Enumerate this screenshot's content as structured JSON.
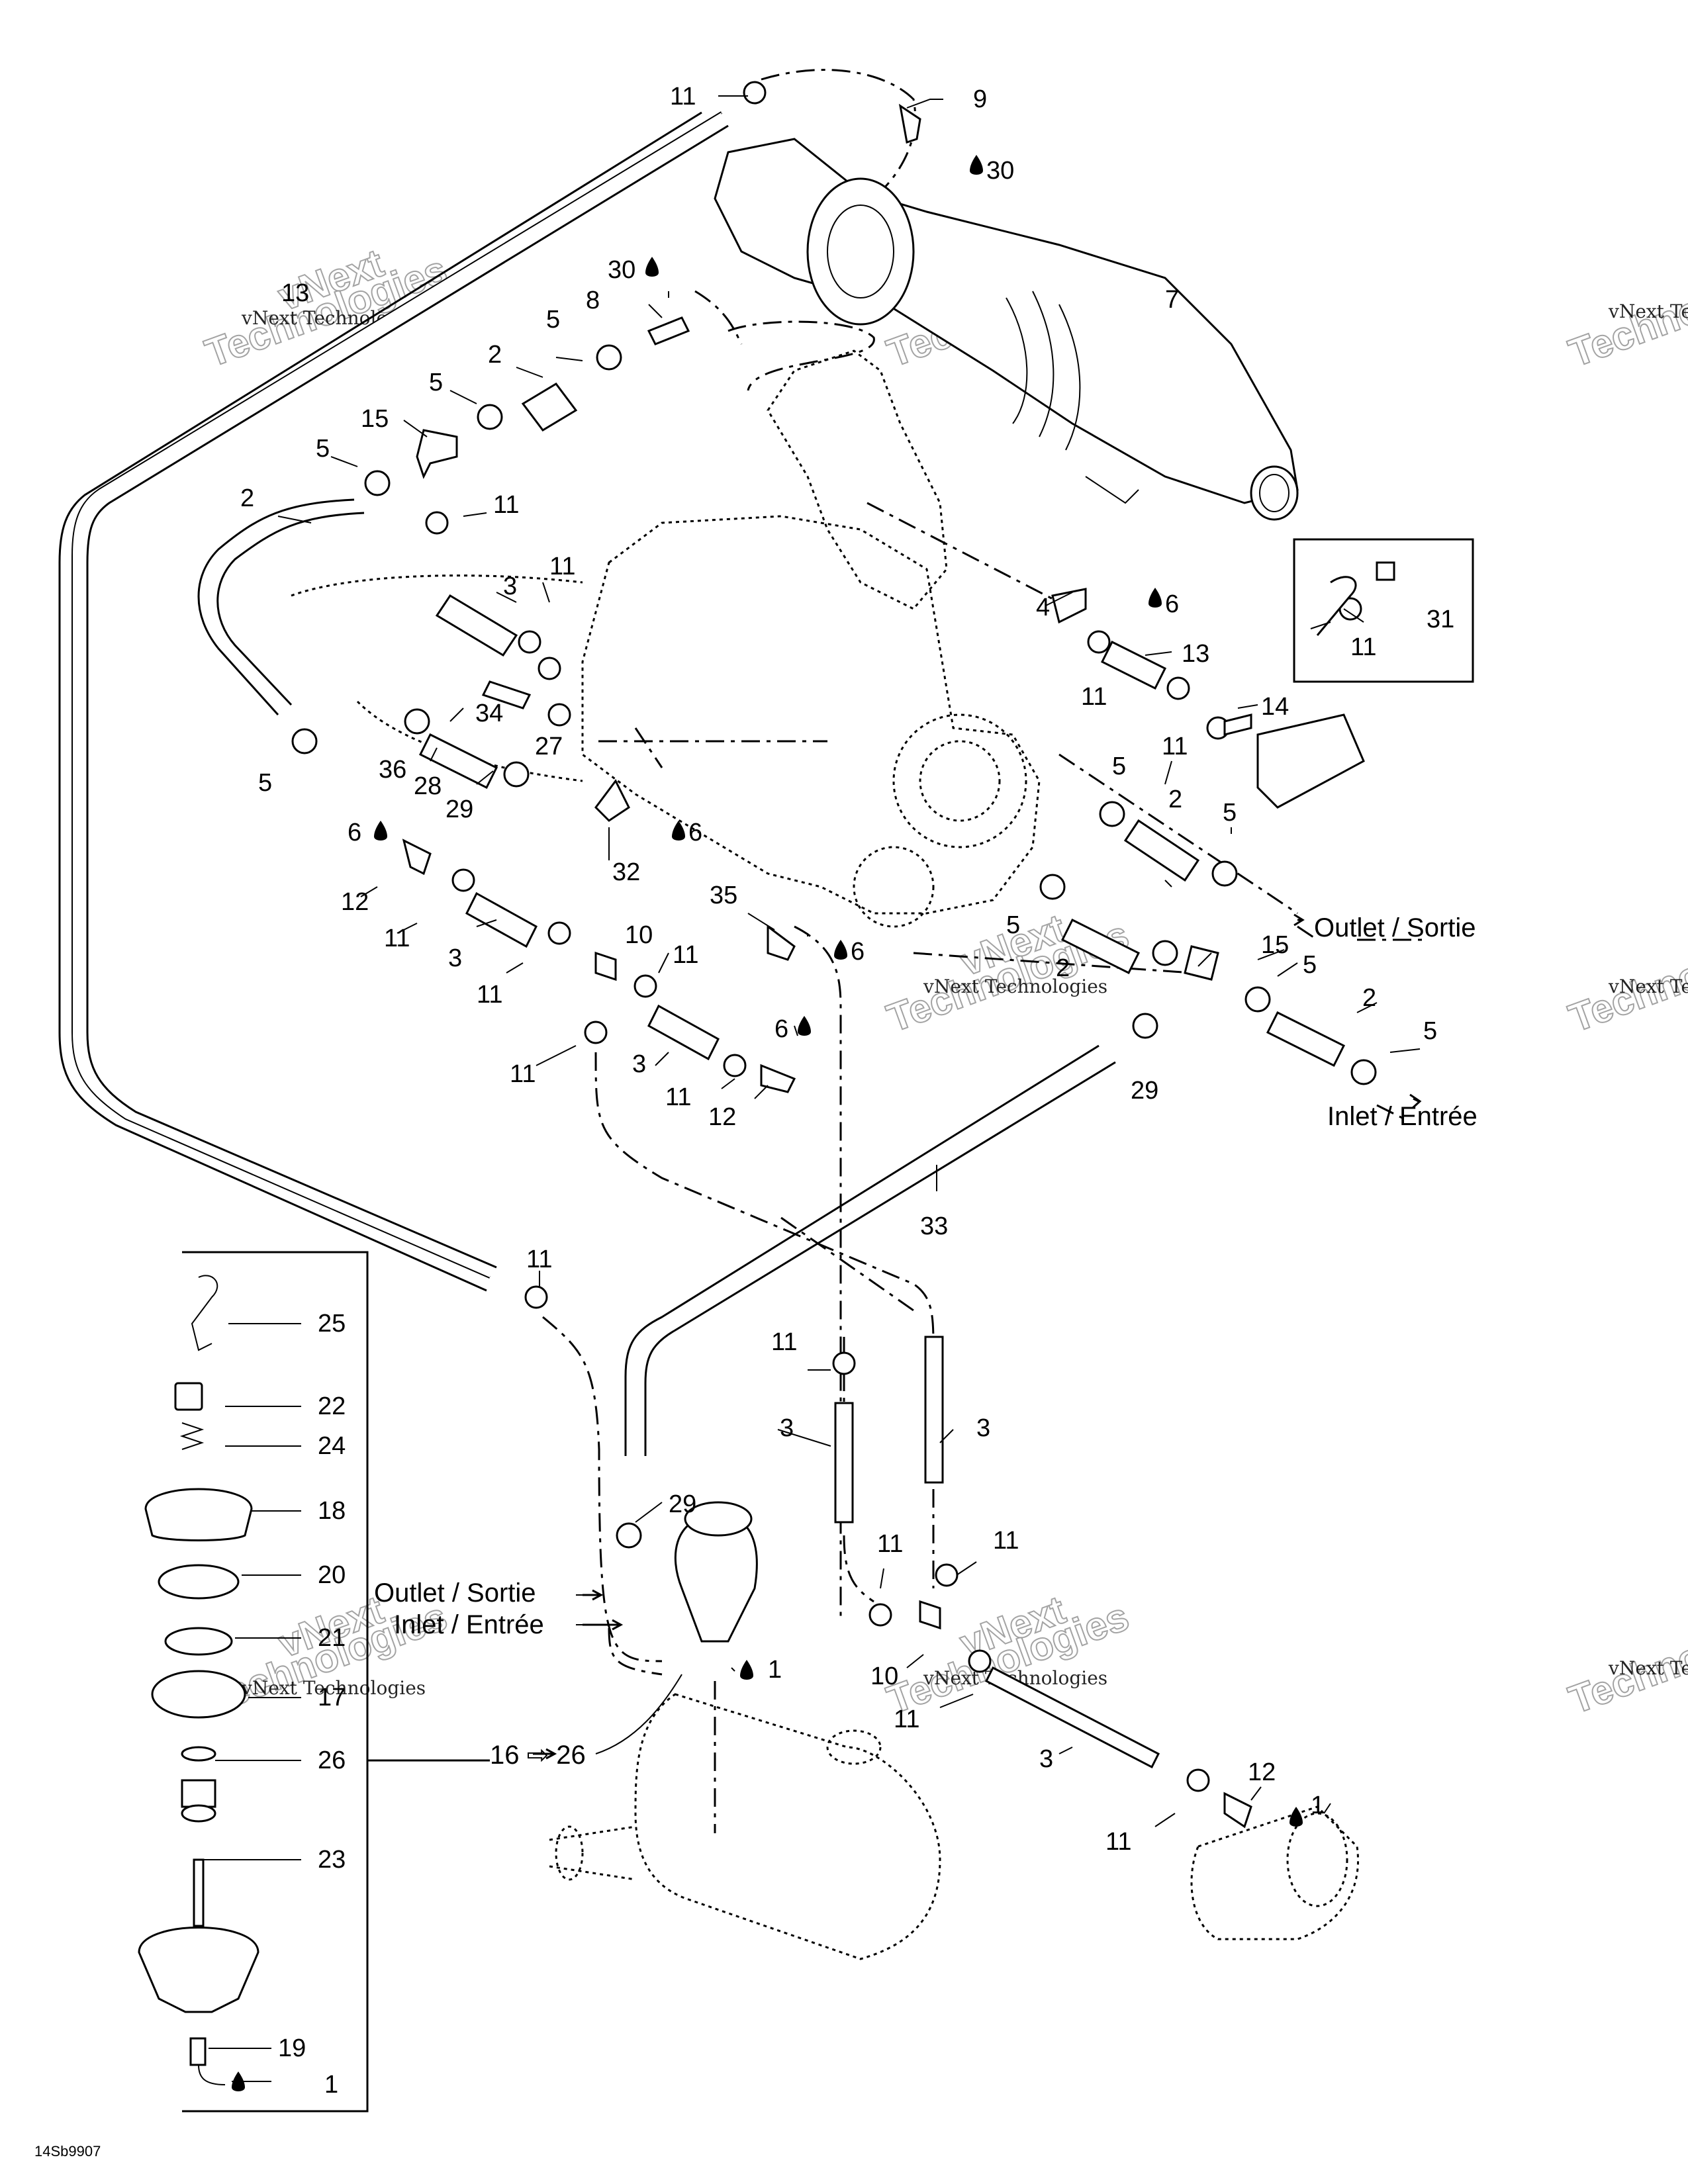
{
  "diagram": {
    "code": "14Sb9907",
    "flow_labels": {
      "outlet_right": "Outlet / Sortie",
      "inlet_right": "Inlet / Entrée",
      "outlet_left": "Outlet / Sortie",
      "inlet_left": "Inlet / Entrée",
      "ref_range": "16 ⇨ 26"
    },
    "watermarks": {
      "line1": "vNext Technologies",
      "line2": "vNext",
      "line3": "Technologies"
    },
    "callouts": {
      "c1": "11",
      "c2": "9",
      "c3": "30",
      "c4": "30",
      "c5": "8",
      "c6": "13",
      "c7": "7",
      "c8": "5",
      "c9": "2",
      "c10": "5",
      "c11": "15",
      "c12": "5",
      "c13": "2",
      "c14": "11",
      "c15": "3",
      "c16": "11",
      "c17": "4",
      "c18": "6",
      "c19": "13",
      "c20": "11",
      "c21": "14",
      "c22": "11",
      "c23": "31",
      "c24": "11",
      "c25": "34",
      "c26": "27",
      "c27": "36",
      "c28": "28",
      "c29": "29",
      "c30": "5",
      "c31": "6",
      "c32": "32",
      "c33": "6",
      "c34": "12",
      "c35": "11",
      "c36": "3",
      "c37": "11",
      "c38": "10",
      "c39": "11",
      "c40": "35",
      "c41": "6",
      "c42": "5",
      "c43": "2",
      "c44": "5",
      "c45": "5",
      "c46": "2",
      "c47": "15",
      "c48": "5",
      "c49": "2",
      "c50": "5",
      "c51": "29",
      "c52": "11",
      "c53": "3",
      "c54": "11",
      "c55": "6",
      "c56": "12",
      "c57": "33",
      "c58": "11",
      "c59": "25",
      "c60": "22",
      "c61": "24",
      "c62": "18",
      "c63": "20",
      "c64": "21",
      "c65": "17",
      "c66": "26",
      "c67": "23",
      "c68": "19",
      "c69": "1",
      "c70": "29",
      "c71": "1",
      "c72": "11",
      "c73": "3",
      "c74": "3",
      "c75": "11",
      "c76": "11",
      "c77": "10",
      "c78": "11",
      "c79": "3",
      "c80": "12",
      "c81": "1",
      "c82": "11"
    }
  }
}
